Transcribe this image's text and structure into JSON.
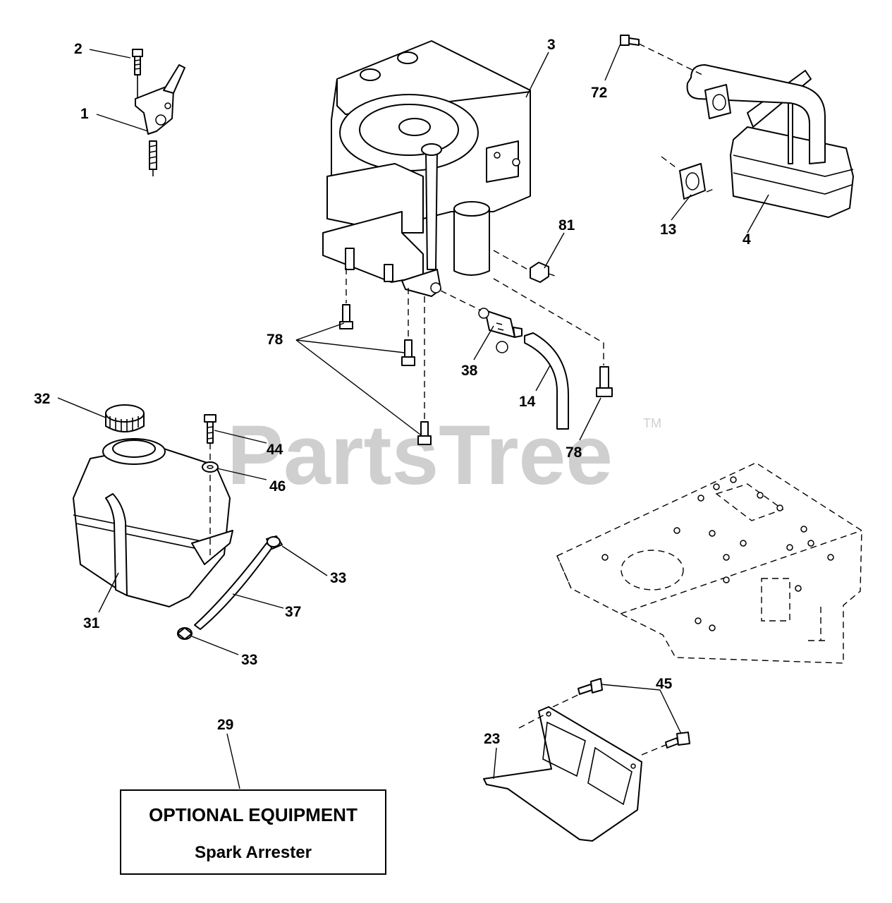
{
  "watermark": {
    "text": "PartsTree",
    "trademark": "TM"
  },
  "callouts": {
    "c1": "1",
    "c2": "2",
    "c3": "3",
    "c4": "4",
    "c13": "13",
    "c14": "14",
    "c23": "23",
    "c29": "29",
    "c31": "31",
    "c32": "32",
    "c33a": "33",
    "c33b": "33",
    "c37": "37",
    "c38": "38",
    "c44": "44",
    "c45": "45",
    "c46": "46",
    "c72": "72",
    "c78a": "78",
    "c78b": "78",
    "c81": "81"
  },
  "optional_box": {
    "title": "OPTIONAL EQUIPMENT",
    "subtitle": "Spark Arrester"
  },
  "colors": {
    "line": "#000000",
    "watermark": "#cfcfcf",
    "background": "#ffffff"
  }
}
